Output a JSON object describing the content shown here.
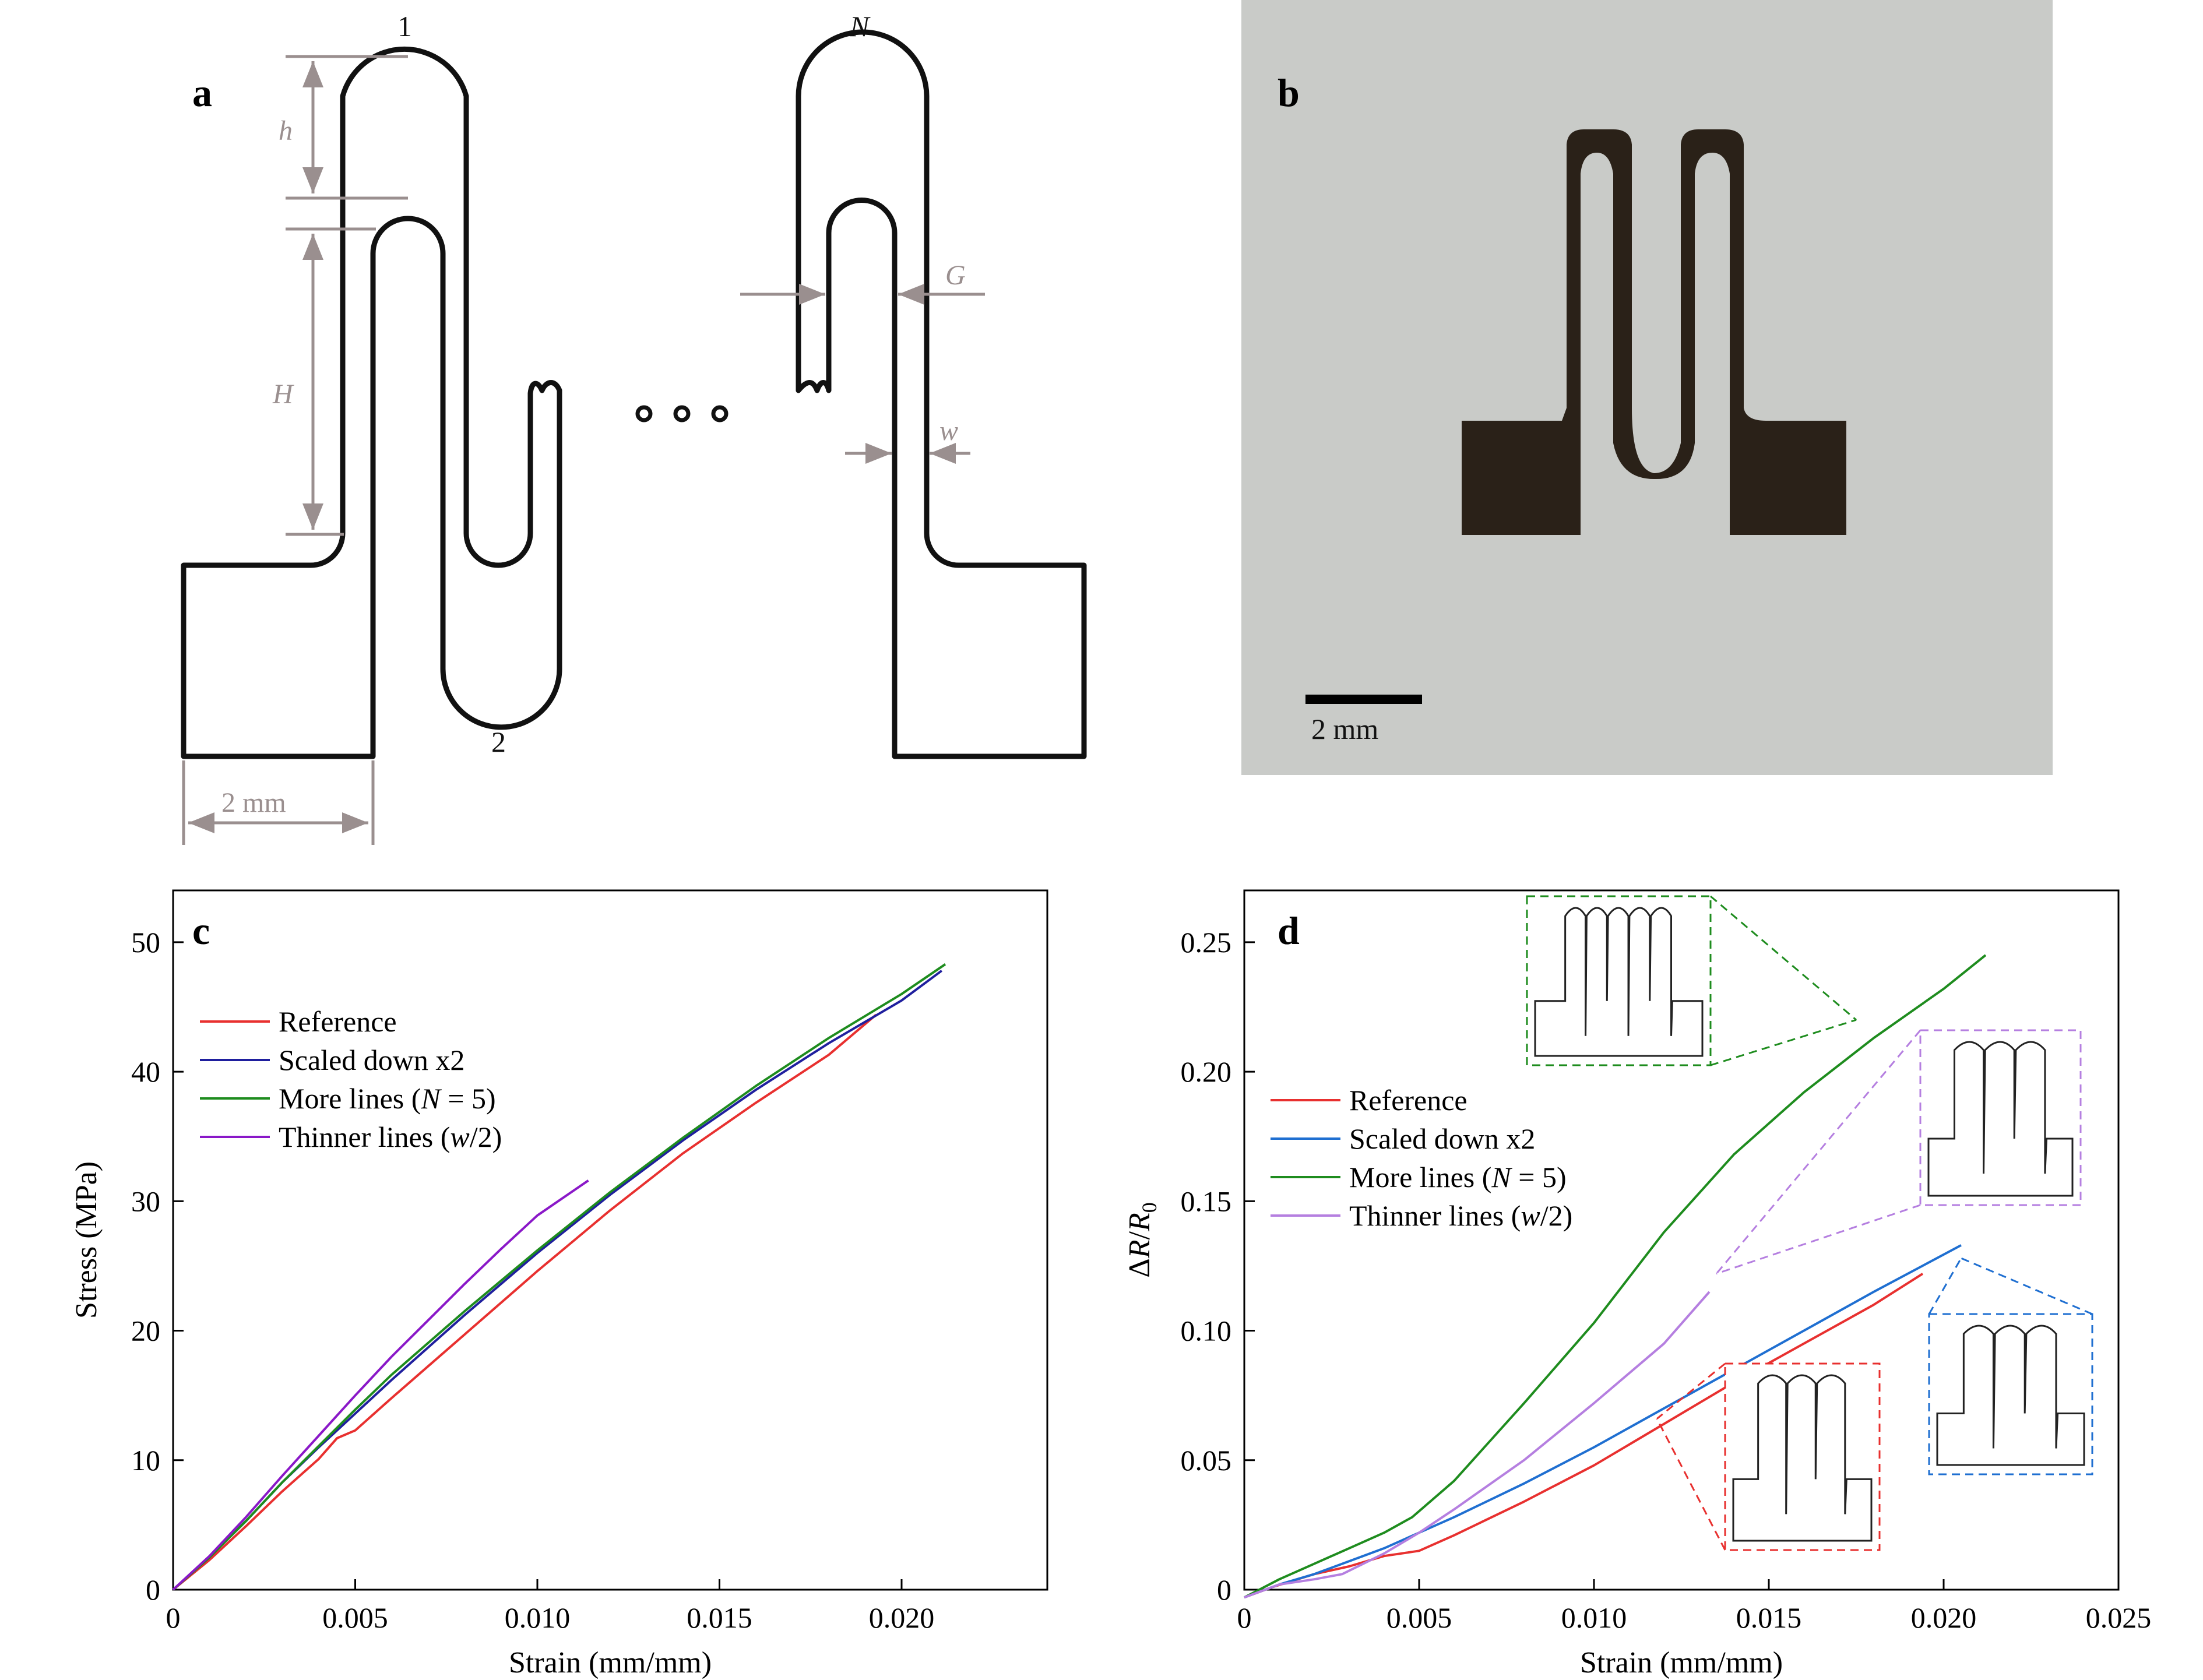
{
  "panels": {
    "a": {
      "letter": "a",
      "loop_labels": [
        "1",
        "2",
        "N"
      ],
      "dims": {
        "h": "h",
        "H": "H",
        "G": "G",
        "w": "w",
        "scale": "2 mm"
      },
      "ellipsis": "∘ ∘ ∘"
    },
    "b": {
      "letter": "b",
      "scale_label": "2 mm",
      "background_color": "#c9cbc8",
      "ink_color": "#2a2118"
    },
    "c": {
      "letter": "c"
    },
    "d": {
      "letter": "d"
    }
  },
  "chart_data": [
    {
      "type": "line",
      "panel": "c",
      "xlabel": "Strain (mm/mm)",
      "ylabel": "Stress (MPa)",
      "xlim": [
        0,
        0.024
      ],
      "ylim": [
        0,
        54
      ],
      "xticks": [
        0,
        0.005,
        0.01,
        0.015,
        0.02
      ],
      "xtick_labels": [
        "0",
        "0.005",
        "0.010",
        "0.015",
        "0.020"
      ],
      "yticks": [
        0,
        10,
        20,
        30,
        40,
        50
      ],
      "ytick_labels": [
        "0",
        "10",
        "20",
        "30",
        "40",
        "50"
      ],
      "legend_position": "upper-left",
      "series": [
        {
          "name": "Reference",
          "color": "#e8302f",
          "points": [
            [
              0,
              0
            ],
            [
              0.001,
              2.3
            ],
            [
              0.002,
              4.9
            ],
            [
              0.003,
              7.6
            ],
            [
              0.004,
              10.1
            ],
            [
              0.0045,
              11.7
            ],
            [
              0.005,
              12.3
            ],
            [
              0.006,
              14.8
            ],
            [
              0.008,
              19.7
            ],
            [
              0.01,
              24.6
            ],
            [
              0.012,
              29.3
            ],
            [
              0.014,
              33.7
            ],
            [
              0.016,
              37.6
            ],
            [
              0.018,
              41.3
            ],
            [
              0.0193,
              44.4
            ]
          ]
        },
        {
          "name": "Scaled down x2",
          "color": "#1f1f9e",
          "points": [
            [
              0,
              0
            ],
            [
              0.001,
              2.5
            ],
            [
              0.002,
              5.3
            ],
            [
              0.003,
              8.3
            ],
            [
              0.004,
              11.0
            ],
            [
              0.005,
              13.6
            ],
            [
              0.006,
              16.2
            ],
            [
              0.008,
              21.2
            ],
            [
              0.01,
              26.0
            ],
            [
              0.012,
              30.5
            ],
            [
              0.014,
              34.7
            ],
            [
              0.016,
              38.6
            ],
            [
              0.018,
              42.2
            ],
            [
              0.02,
              45.5
            ],
            [
              0.0211,
              47.8
            ]
          ]
        },
        {
          "name": "More lines (N = 5)",
          "color": "#1e8c1e",
          "points": [
            [
              0,
              0
            ],
            [
              0.001,
              2.5
            ],
            [
              0.002,
              5.3
            ],
            [
              0.003,
              8.3
            ],
            [
              0.004,
              11.1
            ],
            [
              0.005,
              13.9
            ],
            [
              0.006,
              16.6
            ],
            [
              0.008,
              21.5
            ],
            [
              0.01,
              26.2
            ],
            [
              0.012,
              30.7
            ],
            [
              0.014,
              34.9
            ],
            [
              0.016,
              38.9
            ],
            [
              0.018,
              42.6
            ],
            [
              0.02,
              46.0
            ],
            [
              0.0212,
              48.3
            ]
          ]
        },
        {
          "name": "Thinner lines (w/2)",
          "color": "#8a18c8",
          "points": [
            [
              0,
              0
            ],
            [
              0.001,
              2.6
            ],
            [
              0.002,
              5.6
            ],
            [
              0.003,
              8.8
            ],
            [
              0.004,
              11.9
            ],
            [
              0.005,
              15.0
            ],
            [
              0.006,
              18.0
            ],
            [
              0.007,
              20.8
            ],
            [
              0.008,
              23.6
            ],
            [
              0.009,
              26.3
            ],
            [
              0.01,
              28.9
            ],
            [
              0.0114,
              31.6
            ]
          ]
        }
      ]
    },
    {
      "type": "line",
      "panel": "d",
      "xlabel": "Strain (mm/mm)",
      "ylabel": "ΔR/R0",
      "xlim": [
        0,
        0.025
      ],
      "ylim": [
        0,
        0.27
      ],
      "xticks": [
        0,
        0.005,
        0.01,
        0.015,
        0.02,
        0.025
      ],
      "xtick_labels": [
        "0",
        "0.005",
        "0.010",
        "0.015",
        "0.020",
        "0.025"
      ],
      "yticks": [
        0,
        0.05,
        0.1,
        0.15,
        0.2,
        0.25
      ],
      "ytick_labels": [
        "0",
        "0.05",
        "0.10",
        "0.15",
        "0.20",
        "0.25"
      ],
      "legend_position": "center-left",
      "series": [
        {
          "name": "Reference",
          "color": "#e8302f",
          "points": [
            [
              0,
              -0.003
            ],
            [
              0.0008,
              0.001
            ],
            [
              0.002,
              0.006
            ],
            [
              0.003,
              0.009
            ],
            [
              0.004,
              0.013
            ],
            [
              0.0045,
              0.014
            ],
            [
              0.005,
              0.015
            ],
            [
              0.006,
              0.021
            ],
            [
              0.008,
              0.034
            ],
            [
              0.01,
              0.048
            ],
            [
              0.012,
              0.064
            ],
            [
              0.014,
              0.08
            ],
            [
              0.016,
              0.095
            ],
            [
              0.018,
              0.11
            ],
            [
              0.0194,
              0.122
            ]
          ]
        },
        {
          "name": "Scaled down x2",
          "color": "#1f6fd1",
          "points": [
            [
              0,
              -0.003
            ],
            [
              0.001,
              0.002
            ],
            [
              0.002,
              0.006
            ],
            [
              0.003,
              0.011
            ],
            [
              0.004,
              0.016
            ],
            [
              0.005,
              0.022
            ],
            [
              0.006,
              0.028
            ],
            [
              0.008,
              0.041
            ],
            [
              0.01,
              0.055
            ],
            [
              0.012,
              0.07
            ],
            [
              0.014,
              0.085
            ],
            [
              0.016,
              0.1
            ],
            [
              0.018,
              0.115
            ],
            [
              0.0205,
              0.133
            ]
          ]
        },
        {
          "name": "More lines (N = 5)",
          "color": "#1e8c1e",
          "points": [
            [
              0,
              -0.003
            ],
            [
              0.001,
              0.004
            ],
            [
              0.002,
              0.01
            ],
            [
              0.003,
              0.016
            ],
            [
              0.004,
              0.022
            ],
            [
              0.0048,
              0.028
            ],
            [
              0.006,
              0.042
            ],
            [
              0.008,
              0.072
            ],
            [
              0.01,
              0.103
            ],
            [
              0.012,
              0.138
            ],
            [
              0.014,
              0.168
            ],
            [
              0.016,
              0.192
            ],
            [
              0.018,
              0.213
            ],
            [
              0.02,
              0.232
            ],
            [
              0.0212,
              0.245
            ]
          ]
        },
        {
          "name": "Thinner lines (w/2)",
          "color": "#b57fe0",
          "points": [
            [
              0,
              -0.003
            ],
            [
              0.001,
              0.002
            ],
            [
              0.002,
              0.004
            ],
            [
              0.0028,
              0.006
            ],
            [
              0.004,
              0.014
            ],
            [
              0.005,
              0.022
            ],
            [
              0.006,
              0.031
            ],
            [
              0.008,
              0.05
            ],
            [
              0.01,
              0.072
            ],
            [
              0.012,
              0.095
            ],
            [
              0.0133,
              0.115
            ]
          ]
        }
      ],
      "insets": [
        {
          "series": "More lines (N = 5)",
          "color": "#1e8c1e",
          "loops": 5
        },
        {
          "series": "Thinner lines (w/2)",
          "color": "#b57fe0",
          "loops": 3
        },
        {
          "series": "Reference",
          "color": "#e8302f",
          "loops": 3
        },
        {
          "series": "Scaled down x2",
          "color": "#1f6fd1",
          "loops": 3
        }
      ]
    }
  ]
}
